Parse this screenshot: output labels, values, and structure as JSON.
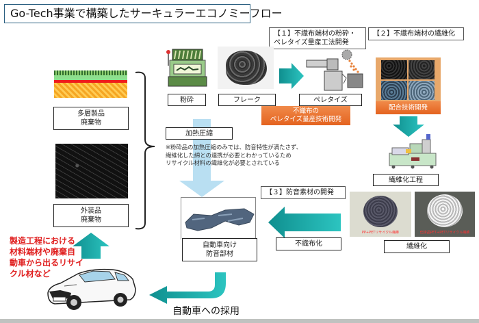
{
  "title": "Go-Tech事業で構築したサーキュラーエコノミーフロー",
  "sections": {
    "s1": "【１】不織布端材の粉砕・\nペレタイズ量産工法開発",
    "s1_line1": "【１】不織布端材の粉砕・",
    "s1_line2": "ペレタイズ量産工法開発",
    "s2": "【２】不織布端材の繊維化",
    "s3": "【３】防音素材の開発"
  },
  "waste": {
    "multilayer_line1": "多層製品",
    "multilayer_line2": "廃棄物",
    "exterior_line1": "外装品",
    "exterior_line2": "廃棄物"
  },
  "process": {
    "crush": "粉砕",
    "flake": "フレーク",
    "pelletize": "ペレタイズ",
    "pellet_dev_line1": "不織布の",
    "pellet_dev_line2": "ペレタイズ量産技術開発",
    "blend_dev": "配合技術開発",
    "fiber_process": "繊維化工程",
    "fiberize": "繊維化",
    "nonwoven": "不織布化",
    "heat_compress": "加熱圧縮",
    "auto_part_line1": "自動車向け",
    "auto_part_line2": "防音部材"
  },
  "note": {
    "line1": "※粉砕品の加熱圧縮のみでは、防音特性が満たさず、",
    "line2": "繊維化した綿との連携が必要とわかっているため",
    "line3": "リサイクル材料の繊維化が必要とされている"
  },
  "fiber_captions": {
    "left": "PP+PETリサイクル繊維",
    "right": "仕掛品PET+PETリサイクル繊維"
  },
  "source_note": {
    "line1": "製造工程における",
    "line2": "材料端材や廃棄自",
    "line3": "動車から出るリサイ",
    "line4": "クル材など"
  },
  "adoption": "自動車への採用",
  "colors": {
    "teal": "#1aa8a8",
    "orange": "#e8692a",
    "light_blue": "#b9dff2",
    "red_text": "#e02020",
    "title_border": "#2a5f80"
  }
}
